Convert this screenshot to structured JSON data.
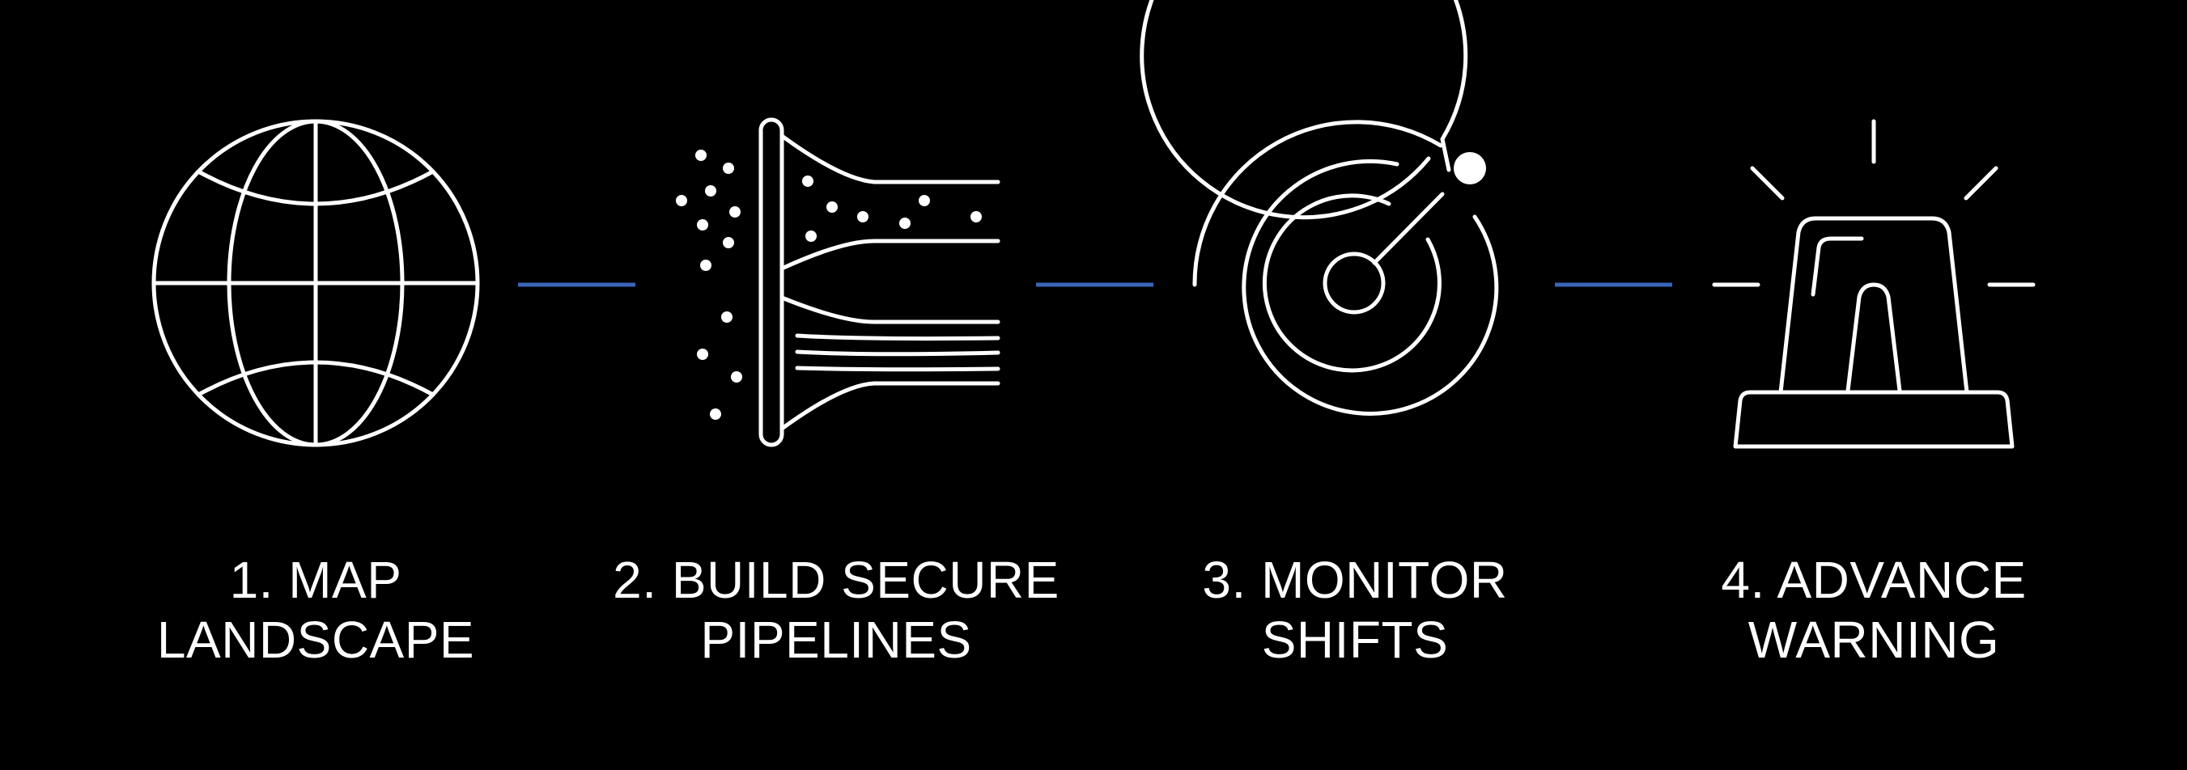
{
  "colors": {
    "background": "#000000",
    "foreground": "#ffffff",
    "connector": "#3a66b8"
  },
  "steps": [
    {
      "icon": "globe-icon",
      "line1": "1. MAP",
      "line2": "LANDSCAPE"
    },
    {
      "icon": "filter-pipeline-icon",
      "line1": "2. BUILD SECURE",
      "line2": "PIPELINES"
    },
    {
      "icon": "radar-icon",
      "line1": "3. MONITOR",
      "line2": "SHIFTS"
    },
    {
      "icon": "alarm-siren-icon",
      "line1": "4. ADVANCE",
      "line2": "WARNING"
    }
  ]
}
